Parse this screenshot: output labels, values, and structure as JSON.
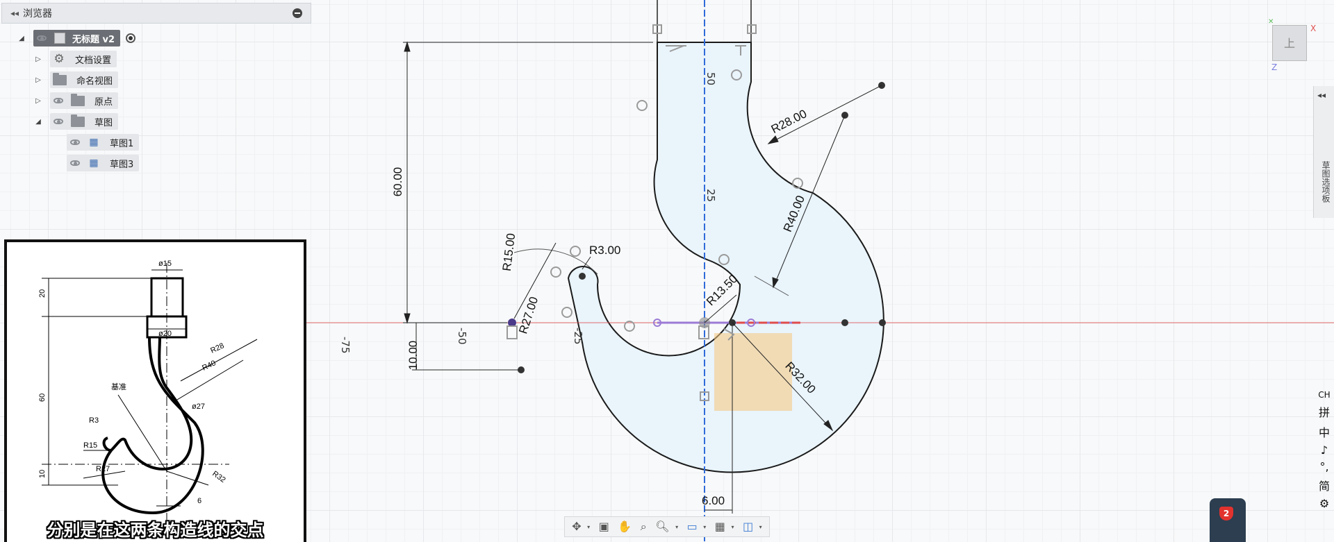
{
  "browser": {
    "title": "浏览器",
    "document": "无标题 v2",
    "items": [
      {
        "label": "文档设置"
      },
      {
        "label": "命名视图"
      },
      {
        "label": "原点"
      },
      {
        "label": "草图"
      }
    ],
    "sketches": [
      {
        "label": "草图1"
      },
      {
        "label": "草图3"
      }
    ]
  },
  "sketch": {
    "fill_color": "#e9f4fb",
    "axis_x_color": "#e04b4b",
    "axis_y_color": "#2f6bd9",
    "dimensions": {
      "d60": "60.00",
      "d10": "10.00",
      "r15": "R15.00",
      "r27": "R27.00",
      "r3": "R3.00",
      "r28": "R28.00",
      "r40": "R40.00",
      "r13": "R13.50",
      "r32": "R32.00",
      "d6": "6.00"
    },
    "grid_labels": {
      "m75": "-75",
      "m50": "-50",
      "m25": "-25",
      "p25": "25",
      "p50": "50"
    }
  },
  "reference": {
    "labels": {
      "phi15": "ø15",
      "phi20": "ø20",
      "phi27": "ø27",
      "r28": "R28",
      "r40": "R40",
      "r3": "R3",
      "r15": "R15",
      "r27": "R27",
      "r32": "R32",
      "d20": "20",
      "d60": "60",
      "d10": "10",
      "d6": "6",
      "base": "基准"
    },
    "subtitle": "分别是在这两条构造线的交点"
  },
  "viewcube": {
    "face": "上",
    "x": "X",
    "z": "Z"
  },
  "right_panel": {
    "label": "草图选项板"
  },
  "ime": [
    "CH",
    "拼",
    "中",
    "♪",
    "°,",
    "简",
    "⚙"
  ],
  "notification": {
    "count": "2"
  }
}
